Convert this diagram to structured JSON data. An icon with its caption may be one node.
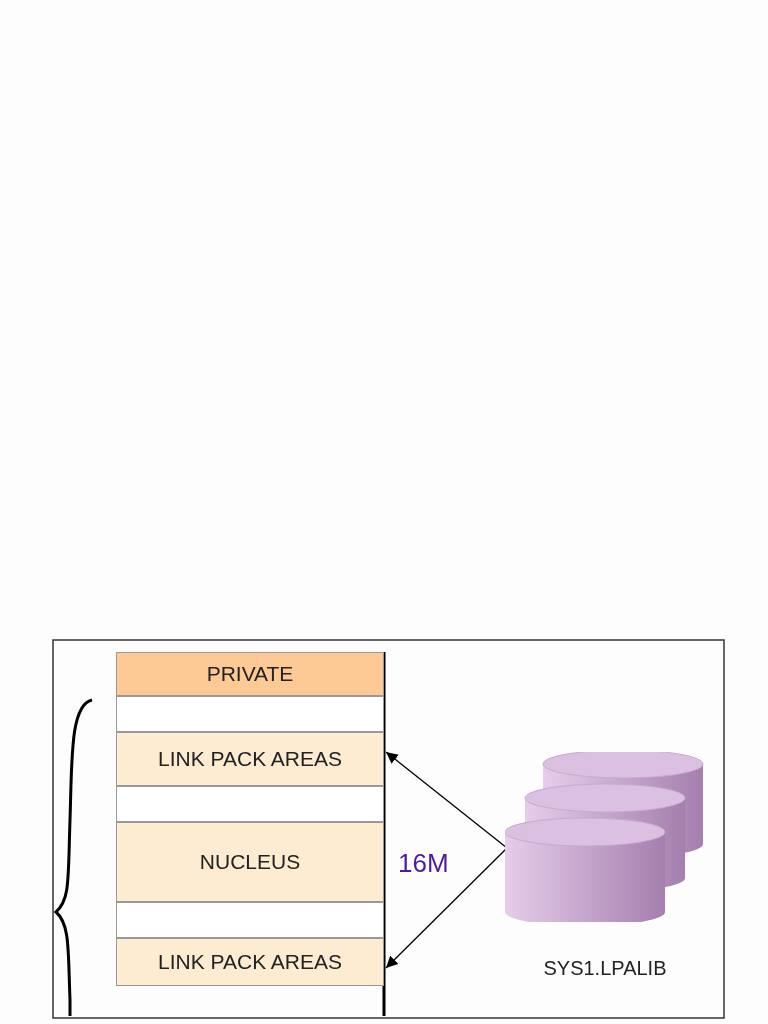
{
  "diagram": {
    "nodes": [
      {
        "text": [
          "PRIVATE"
        ]
      },
      {
        "text": [],
        "shape": "box"
      },
      {
        "text": [
          "LINK PACK AREAS"
        ]
      },
      {
        "text": [],
        "shape": "box"
      },
      {
        "text": [
          "NUCLEUS"
        ]
      },
      {
        "text": [],
        "shape": "box"
      },
      {
        "text": [
          "LINK PACK AREAS"
        ]
      },
      {
        "text": [
          "SYS1.LPALIB"
        ]
      }
    ],
    "edges": [
      {
        "from": 7,
        "to": 2,
        "arrow": "to"
      },
      {
        "from": 7,
        "to": 6,
        "arrow": "to"
      }
    ],
    "labels": [
      "16M"
    ]
  }
}
